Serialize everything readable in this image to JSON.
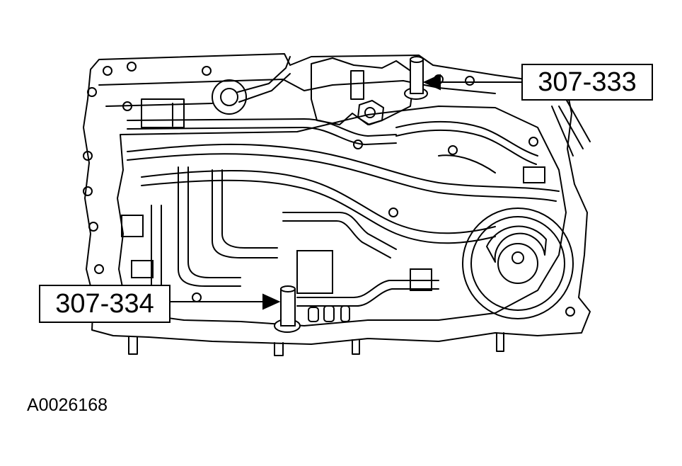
{
  "callouts": {
    "top_tool": "307-333",
    "bottom_tool": "307-334"
  },
  "figure_id": "A0026168",
  "colors": {
    "line": "#000000",
    "background": "#ffffff"
  }
}
